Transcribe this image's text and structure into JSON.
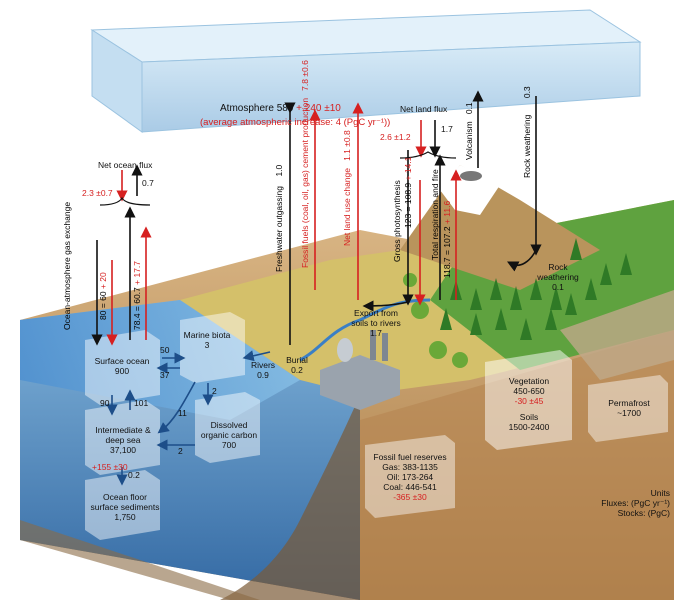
{
  "atmosphere": {
    "label": "Atmosphere 589",
    "red": " + 240 ±10",
    "line2": "(average atmospheric increase: 4 (PgC yr⁻¹))"
  },
  "net_ocean_flux": {
    "label": "Net ocean flux",
    "red": "2.3 ±0.7",
    "black": "0.7"
  },
  "ocean_gas_exchange": {
    "label": "Ocean-atmosphere gas exchange",
    "down_black": "80 = 60",
    "down_red": " + 20",
    "up_black": "78.4 = 60.7",
    "up_red": " + 17.7"
  },
  "freshwater_outgassing": {
    "label": "Freshwater outgassing",
    "value": "1.0"
  },
  "fossil_fuels": {
    "label": "Fossil fuels (coal, oil, gas) cement production",
    "value": "7.8 ±0.6"
  },
  "net_land_use": {
    "label": "Net land use change",
    "value": "1.1 ±0.8"
  },
  "net_land_flux": {
    "label": "Net land flux",
    "red": "2.6 ±1.2",
    "black": "1.7"
  },
  "gross_photosynthesis": {
    "label": "Gross photosynthesis",
    "black": "123 = 108.9",
    "red": " + 14.1"
  },
  "respiration_fire": {
    "label": "Total respiration and fire",
    "black": "118.7 = 107.2",
    "red": " + 11.6"
  },
  "volcanism": {
    "label": "Volcanism",
    "value": "0.1"
  },
  "rock_weathering_flux": {
    "label": "Rock weathering",
    "value": "0.3"
  },
  "rock_weathering": {
    "label": "Rock weathering",
    "value": "0.1"
  },
  "export_soils": {
    "label": "Export from soils to rivers",
    "value": "1.7"
  },
  "burial": {
    "label": "Burial",
    "value": "0.2"
  },
  "rivers": {
    "label": "Rivers",
    "value": "0.9"
  },
  "surface_ocean": {
    "label": "Surface ocean",
    "value": "900"
  },
  "marine_biota": {
    "label": "Marine biota",
    "value": "3"
  },
  "surface_biota_flux": {
    "a": "50",
    "b": "37"
  },
  "deep_sea": {
    "label": "Intermediate & deep sea",
    "value": "37,100",
    "red": "+155 ±30"
  },
  "surface_deep_flux": {
    "down": "90",
    "up": "101"
  },
  "biota_doc_flux": {
    "a": "2",
    "b": "11",
    "c": "2"
  },
  "doc": {
    "label": "Dissolved organic carbon",
    "value": "700"
  },
  "sediment_flux": {
    "value": "0.2"
  },
  "ocean_sediments": {
    "label": "Ocean floor surface sediments",
    "value": "1,750"
  },
  "vegetation": {
    "label": "Vegetation",
    "value": "450-650",
    "red": "-30 ±45"
  },
  "soils": {
    "label": "Soils",
    "value": "1500-2400"
  },
  "permafrost": {
    "label": "Permafrost",
    "value": "~1700"
  },
  "fossil_reserves": {
    "label": "Fossil fuel reserves",
    "gas": "Gas: 383-1135",
    "oil": "Oil: 173-264",
    "coal": "Coal: 446-541",
    "red": "-365 ±30"
  },
  "units": {
    "title": "Units",
    "fluxes": "Fluxes: (PgC yr⁻¹)",
    "stocks": "Stocks: (PgC)"
  },
  "colors": {
    "red": "#d62020",
    "ocean": "#2f6fae",
    "land": "#c9a45e",
    "forest": "#3f8f2d",
    "atmosphere": "#bcd8ee"
  }
}
